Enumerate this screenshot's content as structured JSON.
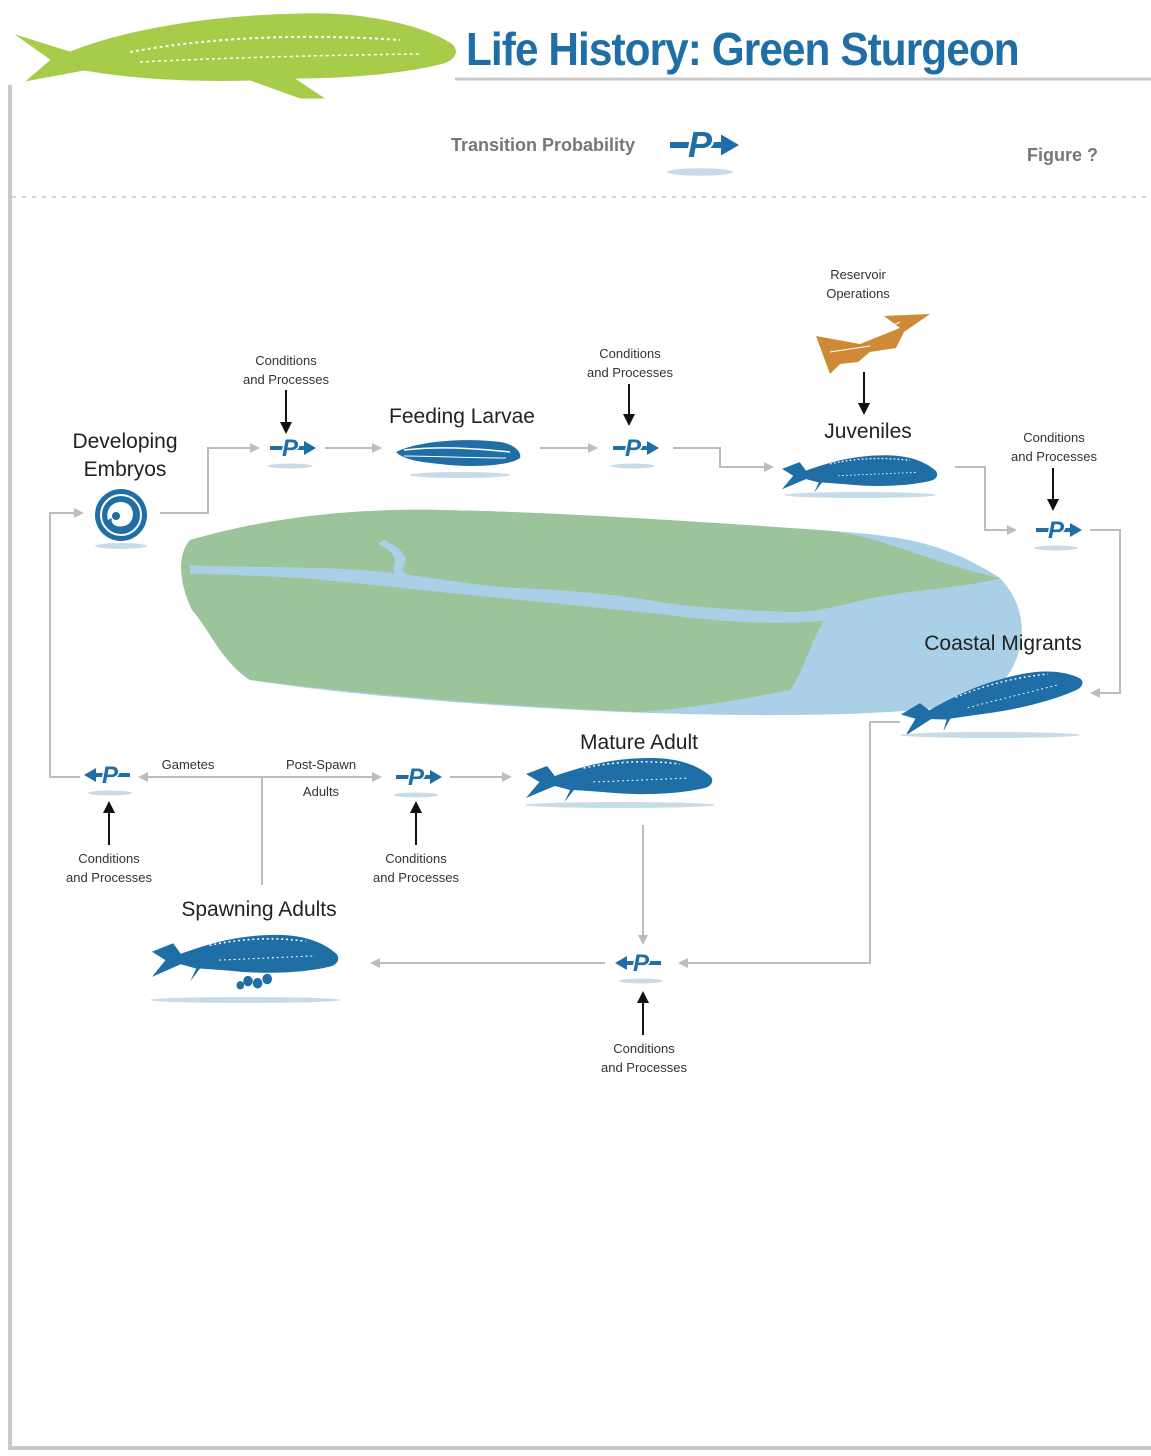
{
  "title": "Life History: Green Sturgeon",
  "legend": {
    "label": "Transition Probability",
    "symbol": "P"
  },
  "figure_label": "Figure ?",
  "stages": {
    "developing_embryos": [
      "Developing",
      "Embryos"
    ],
    "feeding_larvae": "Feeding Larvae",
    "juveniles": "Juveniles",
    "coastal_migrants": "Coastal Migrants",
    "mature_adult": "Mature Adult",
    "spawning_adults": "Spawning Adults"
  },
  "labels": {
    "conditions_line1": "Conditions",
    "conditions_line2": "and Processes",
    "reservoir_line1": "Reservoir",
    "reservoir_line2": "Operations",
    "gametes": "Gametes",
    "post_spawn_line1": "Post-Spawn",
    "post_spawn_line2": "Adults"
  },
  "colors": {
    "title_blue": "#1f6ea6",
    "fish_blue": "#1f6ea6",
    "logo_green": "#a6cc4a",
    "land_green": "#9cc49a",
    "water_blue": "#a9d0e6",
    "reservoir_orange": "#d08a35",
    "arrow_gray": "#bdbdbd",
    "frame_gray": "#c9c9c9"
  },
  "icons": [
    "sturgeon-logo-icon",
    "transition-probability-icon",
    "embryo-icon",
    "larva-icon",
    "juvenile-fish-icon",
    "coastal-migrant-fish-icon",
    "mature-adult-fish-icon",
    "spawning-adult-fish-icon",
    "reservoir-icon",
    "estuary-map-icon"
  ]
}
